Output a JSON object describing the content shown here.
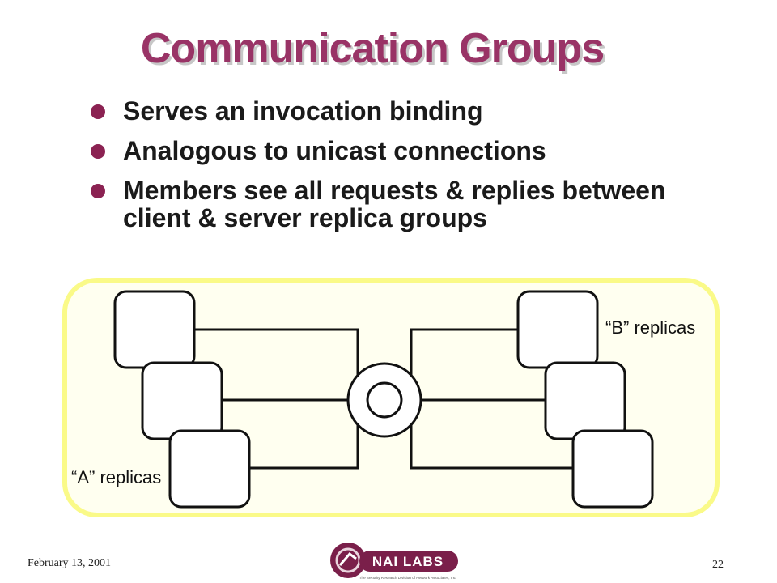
{
  "slide": {
    "title": "Communication Groups",
    "bullets": [
      "Serves an invocation binding",
      "Analogous to unicast connections",
      "Members see all requests & replies between client & server replica groups"
    ]
  },
  "diagram": {
    "label_b": "“B” replicas",
    "label_a": "“A” replicas"
  },
  "footer": {
    "date": "February 13, 2001",
    "page": "22",
    "logo_text": "NAI LABS",
    "logo_tagline": "The Security Research Division of Network Associates, Inc."
  },
  "colors": {
    "title": "#993366",
    "bullet": "#8b2252",
    "group_fill": "#fffff0",
    "group_border": "#fafa88",
    "logo": "#7a1f4a"
  }
}
